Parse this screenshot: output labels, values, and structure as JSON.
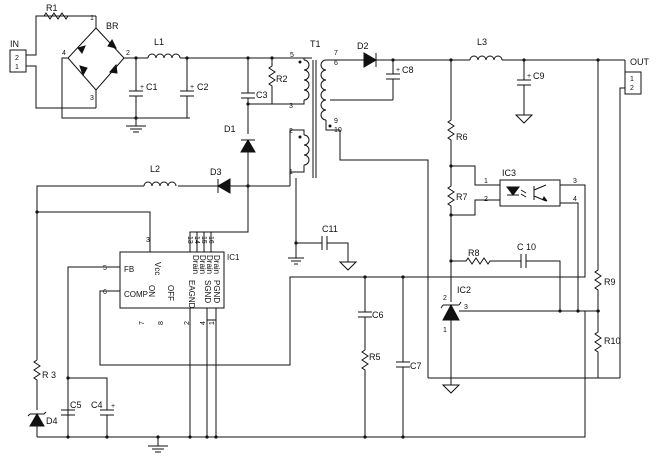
{
  "connectors": {
    "in_label": "IN",
    "in_pins": [
      "2",
      "1"
    ],
    "out_label": "OUT",
    "out_pins": [
      "1",
      "2"
    ]
  },
  "bridge": {
    "label": "BR",
    "pins": [
      "1",
      "2",
      "3",
      "4"
    ]
  },
  "resistors": {
    "r1": "R1",
    "r2": "R2",
    "r3": "R 3",
    "r5": "R5",
    "r6": "R6",
    "r7": "R7",
    "r8": "R8",
    "r9": "R9",
    "r10": "R10"
  },
  "capacitors": {
    "c1": "C1",
    "c2": "C2",
    "c3": "C3",
    "c4": "C4",
    "c5": "C5",
    "c6": "C6",
    "c7": "C7",
    "c8": "C8",
    "c9": "C9",
    "c10": "C 10",
    "c11": "C11"
  },
  "inductors": {
    "l1": "L1",
    "l2": "L2",
    "l3": "L3"
  },
  "diodes": {
    "d1": "D1",
    "d2": "D2",
    "d3": "D3",
    "d4": "D4"
  },
  "transformer": {
    "label": "T1",
    "pins": [
      "5",
      "3",
      "2",
      "1",
      "7",
      "6",
      "9",
      "10"
    ]
  },
  "ic1": {
    "label": "IC1",
    "pins_top": [
      "13",
      "14",
      "15",
      "16"
    ],
    "top_names": [
      "Drain",
      "Drain",
      "Drain",
      "Drain"
    ],
    "vcc_pin": "3",
    "vcc_name": "Vcc",
    "fb_pin": "5",
    "fb_name": "FB",
    "comp_pin": "6",
    "comp_name": "COMP",
    "bottom_names": [
      "ON",
      "OFF",
      "EAGND",
      "SGND",
      "PGND"
    ],
    "bottom_pins": [
      "7",
      "8",
      "2",
      "4",
      "1"
    ]
  },
  "ic2": {
    "label": "IC2",
    "pins": [
      "2",
      "3",
      "1"
    ]
  },
  "ic3": {
    "label": "IC3",
    "pins": [
      "1",
      "2",
      "3",
      "4"
    ]
  },
  "plus_sign": "+"
}
